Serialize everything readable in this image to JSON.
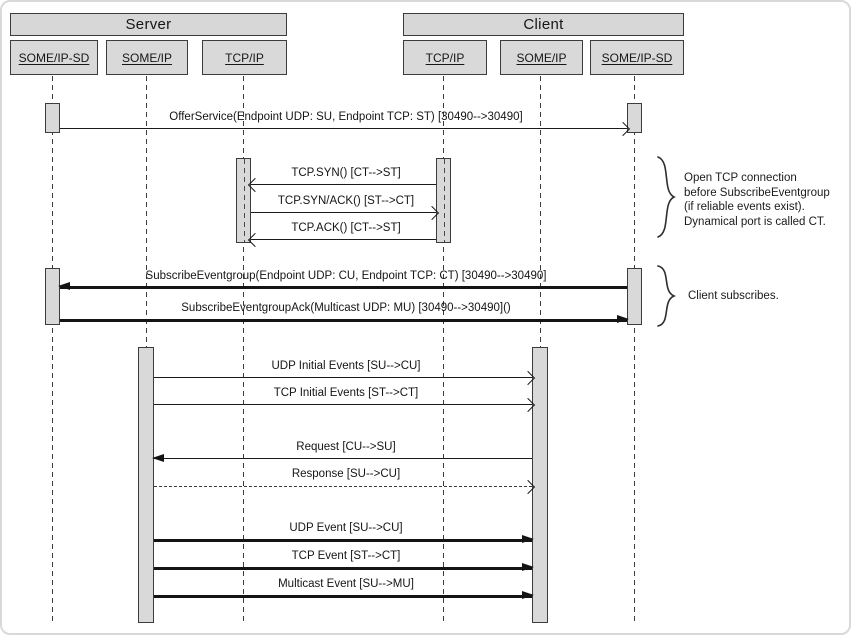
{
  "diagram": {
    "server": {
      "title": "Server",
      "components": [
        "SOME/IP-SD",
        "SOME/IP",
        "TCP/IP"
      ]
    },
    "client": {
      "title": "Client",
      "components": [
        "TCP/IP",
        "SOME/IP",
        "SOME/IP-SD"
      ]
    },
    "messages": [
      {
        "label": "OfferService(Endpoint UDP: SU, Endpoint TCP: ST) [30490-->30490]",
        "from": "Server SOME/IP-SD",
        "to": "Client SOME/IP-SD",
        "line": "solid-thin",
        "arrow": "open"
      },
      {
        "label": "TCP.SYN() [CT-->ST]",
        "from": "Client TCP/IP",
        "to": "Server TCP/IP",
        "line": "solid-thin",
        "arrow": "open"
      },
      {
        "label": "TCP.SYN/ACK() [ST-->CT]",
        "from": "Server TCP/IP",
        "to": "Client TCP/IP",
        "line": "solid-thin",
        "arrow": "open"
      },
      {
        "label": "TCP.ACK() [CT-->ST]",
        "from": "Client TCP/IP",
        "to": "Server TCP/IP",
        "line": "solid-thin",
        "arrow": "open"
      },
      {
        "label": "SubscribeEventgroup(Endpoint UDP: CU, Endpoint TCP: CT) [30490-->30490]",
        "from": "Client SOME/IP-SD",
        "to": "Server SOME/IP-SD",
        "line": "solid-thick",
        "arrow": "filled"
      },
      {
        "label": "SubscribeEventgroupAck(Multicast UDP: MU) [30490-->30490]()",
        "from": "Server SOME/IP-SD",
        "to": "Client SOME/IP-SD",
        "line": "solid-thick",
        "arrow": "filled"
      },
      {
        "label": "UDP Initial Events [SU-->CU]",
        "from": "Server SOME/IP",
        "to": "Client SOME/IP",
        "line": "solid-thin",
        "arrow": "open"
      },
      {
        "label": "TCP Initial Events [ST-->CT]",
        "from": "Server SOME/IP",
        "to": "Client SOME/IP",
        "line": "solid-thin",
        "arrow": "open"
      },
      {
        "label": "Request [CU-->SU]",
        "from": "Client SOME/IP",
        "to": "Server SOME/IP",
        "line": "solid-thin",
        "arrow": "filled"
      },
      {
        "label": "Response [SU-->CU]",
        "from": "Server SOME/IP",
        "to": "Client SOME/IP",
        "line": "dashed",
        "arrow": "open"
      },
      {
        "label": "UDP Event [SU-->CU]",
        "from": "Server SOME/IP",
        "to": "Client SOME/IP",
        "line": "solid-thick",
        "arrow": "filled"
      },
      {
        "label": "TCP Event [ST-->CT]",
        "from": "Server SOME/IP",
        "to": "Client SOME/IP",
        "line": "solid-thick",
        "arrow": "filled"
      },
      {
        "label": "Multicast Event [SU-->MU]",
        "from": "Server SOME/IP",
        "to": "Client SOME/IP",
        "line": "solid-thick",
        "arrow": "filled"
      }
    ],
    "notes": [
      {
        "lines": [
          "Open TCP connection",
          "before SubscribeEventgroup",
          "(if reliable events exist).",
          "Dynamical port is called CT."
        ]
      },
      {
        "lines": [
          "Client subscribes."
        ]
      }
    ],
    "colors": {
      "box_fill": "#d9d9d9",
      "box_border": "#3c3c3c",
      "line": "#1b1b1b",
      "background": "#ffffff"
    }
  }
}
